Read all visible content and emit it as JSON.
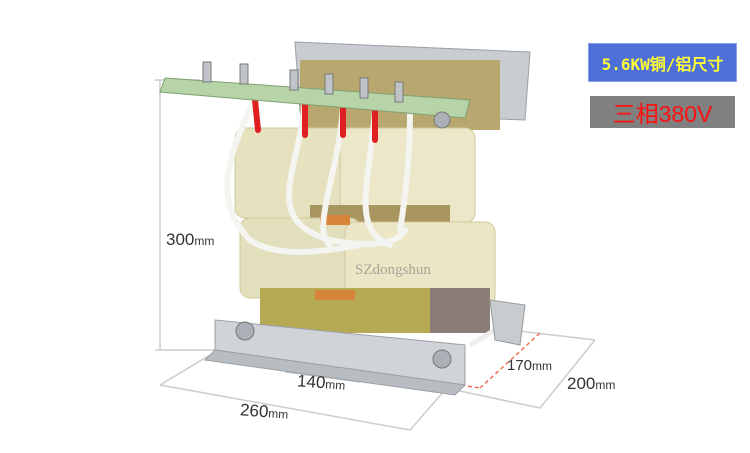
{
  "labels": {
    "power": "5.6KW铜/铝尺寸",
    "phase": "三相380V"
  },
  "dimensions": {
    "height": {
      "value": "300",
      "unit": "mm"
    },
    "length": {
      "value": "260",
      "unit": "mm"
    },
    "mount_spacing_length": {
      "value": "140",
      "unit": "mm"
    },
    "mount_spacing_depth": {
      "value": "170",
      "unit": "mm"
    },
    "depth": {
      "value": "200",
      "unit": "mm"
    }
  },
  "watermark": "SZdongshun",
  "colors": {
    "power_bg": "#4f6fd8",
    "power_text": "#ffff33",
    "phase_bg": "#808080",
    "phase_text": "#ff1010"
  }
}
